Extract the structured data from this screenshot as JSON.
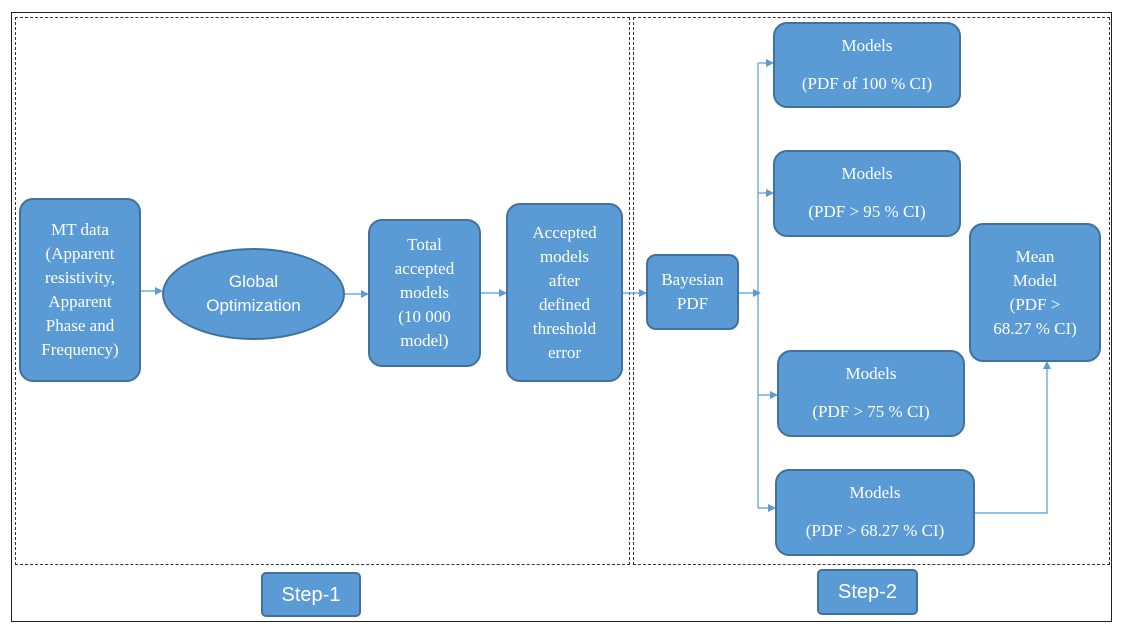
{
  "diagram": {
    "step1_label": "Step-1",
    "step2_label": "Step-2",
    "mt_data": [
      "MT data",
      "(Apparent",
      "resistivity,",
      "Apparent",
      "Phase and",
      "Frequency)"
    ],
    "global_opt": [
      "Global",
      "Optimization"
    ],
    "total_accepted": [
      "Total",
      "accepted",
      "models",
      "(10 000",
      "model)"
    ],
    "accepted_after": [
      "Accepted",
      "models",
      "after",
      "defined",
      "threshold",
      "error"
    ],
    "bayesian": [
      "Bayesian",
      "PDF"
    ],
    "models_100": {
      "title": "Models",
      "sub": "(PDF of 100 % CI)"
    },
    "models_95": {
      "title": "Models",
      "sub": "(PDF > 95 % CI)"
    },
    "models_75": {
      "title": "Models",
      "sub": "(PDF > 75 % CI)"
    },
    "models_6827": {
      "title": "Models",
      "sub": "(PDF > 68.27 % CI)"
    },
    "mean_model": [
      "Mean",
      "Model",
      "(PDF >",
      "68.27 % CI)"
    ]
  },
  "colors": {
    "node_fill": "#5b9bd5",
    "node_border": "#41719c",
    "arrow": "#5b9bd5",
    "text": "#ffffff"
  }
}
